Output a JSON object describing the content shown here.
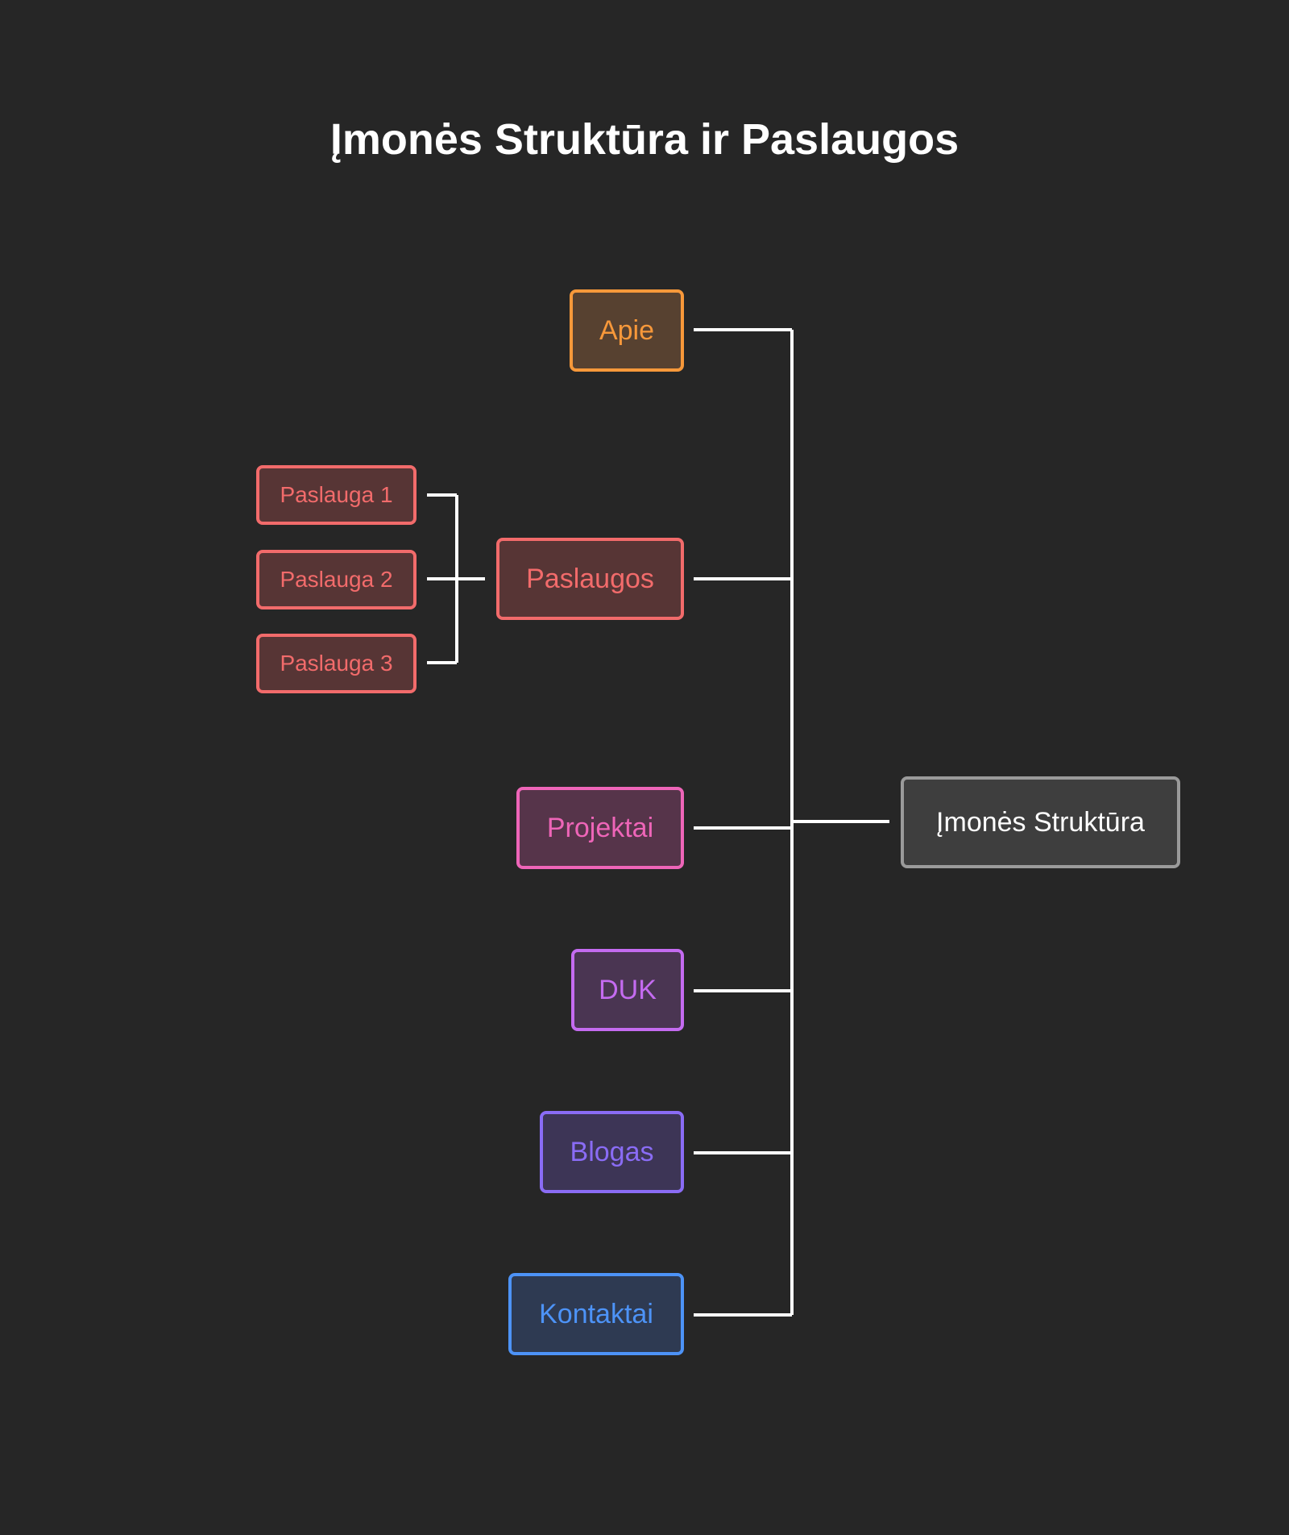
{
  "title": "Įmonės Struktūra ir Paslaugos",
  "nodes": {
    "root": {
      "label": "Įmonės Struktūra",
      "border": "#9a9a9a",
      "fill": "#3e3e3e",
      "text": "#ffffff"
    },
    "apie": {
      "label": "Apie",
      "border": "#f7983a",
      "fill": "#574130",
      "text": "#f7983a"
    },
    "paslaugos": {
      "label": "Paslaugos",
      "border": "#f26b6b",
      "fill": "#573535",
      "text": "#f26b6b"
    },
    "paslauga1": {
      "label": "Paslauga 1",
      "border": "#f26b6b",
      "fill": "#573535",
      "text": "#f26b6b"
    },
    "paslauga2": {
      "label": "Paslauga 2",
      "border": "#f26b6b",
      "fill": "#573535",
      "text": "#f26b6b"
    },
    "paslauga3": {
      "label": "Paslauga 3",
      "border": "#f26b6b",
      "fill": "#573535",
      "text": "#f26b6b"
    },
    "projektai": {
      "label": "Projektai",
      "border": "#ee65b8",
      "fill": "#56344a",
      "text": "#ee65b8"
    },
    "duk": {
      "label": "DUK",
      "border": "#c46bf0",
      "fill": "#4a3552",
      "text": "#c46bf0"
    },
    "blogas": {
      "label": "Blogas",
      "border": "#8a6cf5",
      "fill": "#3d3556",
      "text": "#8a6cf5"
    },
    "kontaktai": {
      "label": "Kontaktai",
      "border": "#4d93f7",
      "fill": "#2e3a52",
      "text": "#4d93f7"
    }
  },
  "connector_color": "#ffffff"
}
